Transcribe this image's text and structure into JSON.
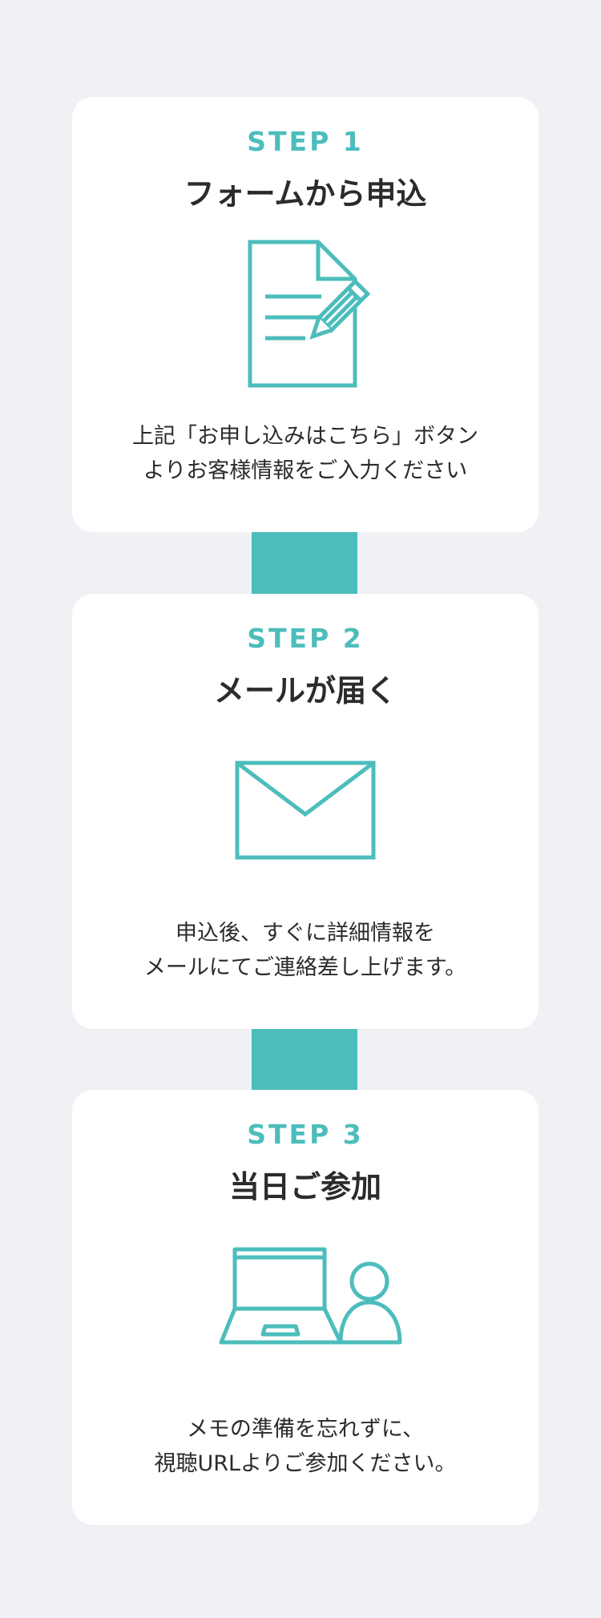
{
  "colors": {
    "background": "#eff1f5",
    "card": "#ffffff",
    "accent": "#4cbdbc",
    "text": "#2b2b2b"
  },
  "steps": [
    {
      "step_label": "STEP 1",
      "title": "フォームから申込",
      "icon": "document-pencil-icon",
      "desc_line1": "上記「お申し込みはこちら」ボタン",
      "desc_line2": "よりお客様情報をご入力ください"
    },
    {
      "step_label": "STEP 2",
      "title": "メールが届く",
      "icon": "envelope-icon",
      "desc_line1": "申込後、すぐに詳細情報を",
      "desc_line2": "メールにてご連絡差し上げます。"
    },
    {
      "step_label": "STEP 3",
      "title": "当日ご参加",
      "icon": "laptop-user-icon",
      "desc_line1": "メモの準備を忘れずに、",
      "desc_line2": "視聴URLよりご参加ください。"
    }
  ]
}
